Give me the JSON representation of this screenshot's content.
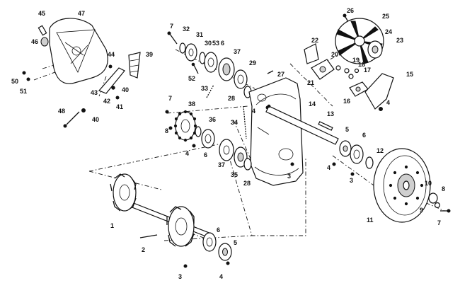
{
  "parts": [
    {
      "key": "p45",
      "num": "45"
    },
    {
      "key": "p47",
      "num": "47"
    },
    {
      "key": "p46",
      "num": "46"
    },
    {
      "key": "p44",
      "num": "44"
    },
    {
      "key": "p39",
      "num": "39"
    },
    {
      "key": "p50",
      "num": "50"
    },
    {
      "key": "p51",
      "num": "51"
    },
    {
      "key": "p43",
      "num": "43"
    },
    {
      "key": "p42",
      "num": "42"
    },
    {
      "key": "p40a",
      "num": "40"
    },
    {
      "key": "p41",
      "num": "41"
    },
    {
      "key": "p48",
      "num": "48"
    },
    {
      "key": "p40b",
      "num": "40"
    },
    {
      "key": "p7a",
      "num": "7"
    },
    {
      "key": "p32",
      "num": "32"
    },
    {
      "key": "p31",
      "num": "31"
    },
    {
      "key": "p30",
      "num": "30"
    },
    {
      "key": "p53",
      "num": "53"
    },
    {
      "key": "p6a",
      "num": "6"
    },
    {
      "key": "p37a",
      "num": "37"
    },
    {
      "key": "p29a",
      "num": "29"
    },
    {
      "key": "p52",
      "num": "52"
    },
    {
      "key": "p27",
      "num": "27"
    },
    {
      "key": "p33",
      "num": "33"
    },
    {
      "key": "p28a",
      "num": "28"
    },
    {
      "key": "p4a",
      "num": "4"
    },
    {
      "key": "p7b",
      "num": "7"
    },
    {
      "key": "p38",
      "num": "38"
    },
    {
      "key": "p36",
      "num": "36"
    },
    {
      "key": "p8a",
      "num": "8"
    },
    {
      "key": "p34",
      "num": "34"
    },
    {
      "key": "p4b",
      "num": "4"
    },
    {
      "key": "p6b",
      "num": "6"
    },
    {
      "key": "p37b",
      "num": "37"
    },
    {
      "key": "p35",
      "num": "35"
    },
    {
      "key": "p28b",
      "num": "28"
    },
    {
      "key": "p3a",
      "num": "3"
    },
    {
      "key": "p26",
      "num": "26"
    },
    {
      "key": "p25",
      "num": "25"
    },
    {
      "key": "p24",
      "num": "24"
    },
    {
      "key": "p23",
      "num": "23"
    },
    {
      "key": "p22",
      "num": "22"
    },
    {
      "key": "p20",
      "num": "20"
    },
    {
      "key": "p19",
      "num": "19"
    },
    {
      "key": "p18",
      "num": "18"
    },
    {
      "key": "p17",
      "num": "17"
    },
    {
      "key": "p21",
      "num": "21"
    },
    {
      "key": "p15",
      "num": "15"
    },
    {
      "key": "p16",
      "num": "16"
    },
    {
      "key": "p4c",
      "num": "4"
    },
    {
      "key": "p14",
      "num": "14"
    },
    {
      "key": "p13",
      "num": "13"
    },
    {
      "key": "p5a",
      "num": "5"
    },
    {
      "key": "p6c",
      "num": "6"
    },
    {
      "key": "p4d",
      "num": "4"
    },
    {
      "key": "p12",
      "num": "12"
    },
    {
      "key": "p3b",
      "num": "3"
    },
    {
      "key": "p10",
      "num": "10"
    },
    {
      "key": "p8b",
      "num": "8"
    },
    {
      "key": "p9",
      "num": "9"
    },
    {
      "key": "p7c",
      "num": "7"
    },
    {
      "key": "p11",
      "num": "11"
    },
    {
      "key": "p1",
      "num": "1"
    },
    {
      "key": "p2",
      "num": "2"
    },
    {
      "key": "p6d",
      "num": "6"
    },
    {
      "key": "p5b",
      "num": "5"
    },
    {
      "key": "p3c",
      "num": "3"
    },
    {
      "key": "p4e",
      "num": "4"
    }
  ]
}
